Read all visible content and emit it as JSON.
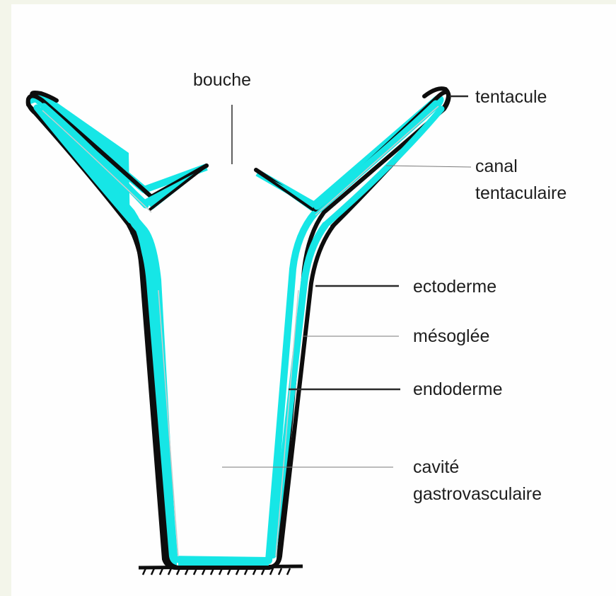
{
  "labels": {
    "bouche": "bouche",
    "tentacule": "tentacule",
    "canal_line1": "canal",
    "canal_line2": "tentaculaire",
    "ectoderme": "ectoderme",
    "mesoglee": "mésoglée",
    "endoderme": "endoderme",
    "cavite_line1": "cavité",
    "cavite_line2": "gastrovasculaire"
  },
  "colors": {
    "background": "#f3f5ea",
    "panel": "#fefefe",
    "ectoderm_outline": "#0d0d0d",
    "endoderm_fill": "#16e6e6",
    "mesoglea": "#d4d8d8",
    "leader_line": "#2a2a2a"
  }
}
